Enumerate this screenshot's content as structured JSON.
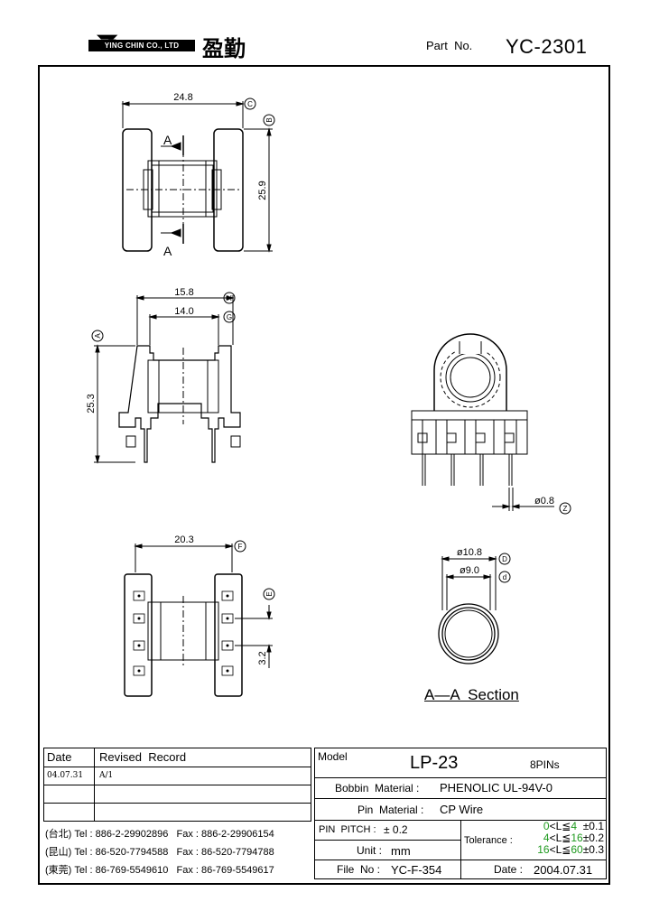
{
  "header": {
    "company": "YING CHIN CO., LTD",
    "company_cjk": "盈勤",
    "part_label": "Part  No.",
    "part_number": "YC-2301"
  },
  "drawing": {
    "top_view": {
      "width_dim": "24.8",
      "height_dim": "25.9",
      "ref_c": "C",
      "ref_b": "B",
      "section_mark": "A"
    },
    "front_view": {
      "outer_dim": "15.8",
      "inner_dim": "14.0",
      "height_dim": "25.3",
      "ref_h": "H",
      "ref_g": "G",
      "ref_a": "A"
    },
    "bottom_view": {
      "width_dim": "20.3",
      "pitch_dim": "3.2",
      "ref_f": "F",
      "ref_e": "E"
    },
    "pin_view": {
      "pin_dim": "ø0.8",
      "ref_z": "Z"
    },
    "section_view": {
      "outer_dim": "ø10.8",
      "inner_dim": "ø9.0",
      "ref_d_upper": "D",
      "ref_d_lower": "d",
      "title": "A—A  Section"
    }
  },
  "revision": {
    "header": {
      "date": "Date",
      "record": "Revised  Record"
    },
    "rows": [
      {
        "date": "04.07.31",
        "record": "A/1"
      },
      {
        "date": "",
        "record": ""
      },
      {
        "date": "",
        "record": ""
      }
    ]
  },
  "contacts": [
    {
      "city": "(台北)",
      "tel": "Tel : 886-2-29902896",
      "fax": "Fax : 886-2-29906154"
    },
    {
      "city": "(昆山)",
      "tel": "Tel : 86-520-7794588",
      "fax": "Fax : 86-520-7794788"
    },
    {
      "city": "(東莞)",
      "tel": "Tel : 86-769-5549610",
      "fax": "Fax : 86-769-5549617"
    }
  ],
  "spec": {
    "model_label": "Model",
    "model": "LP-23",
    "pins": "8PINs",
    "bobbin_label": "Bobbin  Material :",
    "bobbin": "PHENOLIC UL-94V-0",
    "pin_label": "Pin  Material :",
    "pin": "CP Wire",
    "pitch_label": "PIN  PITCH :",
    "pitch": "± 0.2",
    "unit_label": "Unit :",
    "unit": "mm",
    "tolerance_label": "Tolerance :",
    "tolerance": [
      {
        "low": "0",
        "cond": "<L≦",
        "high": "4",
        "tol": "±0.1"
      },
      {
        "low": "4",
        "cond": "<L≦",
        "high": "16",
        "tol": "±0.2"
      },
      {
        "low": "16",
        "cond": "<L≦",
        "high": "60",
        "tol": "±0.3"
      }
    ],
    "file_label": "File  No :",
    "file": "YC-F-354",
    "date_label": "Date :",
    "date": "2004.07.31"
  }
}
